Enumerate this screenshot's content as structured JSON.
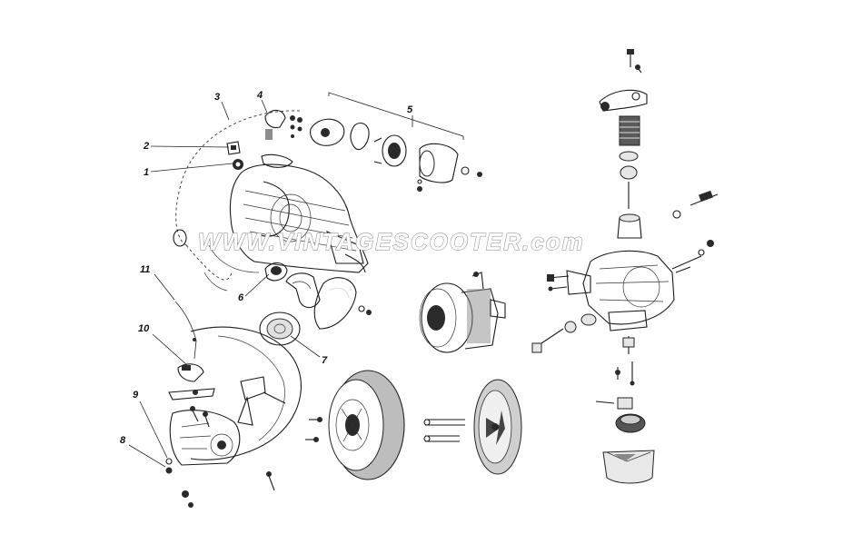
{
  "watermark": "WWW.VINTAGESCOOTER.com",
  "callouts": [
    "1",
    "2",
    "3",
    "4",
    "5",
    "6",
    "7",
    "8",
    "9",
    "10",
    "11"
  ],
  "icons": [
    "exploded-engine-diagram",
    "carburetor",
    "flywheel",
    "fan-cover",
    "air-filter"
  ]
}
